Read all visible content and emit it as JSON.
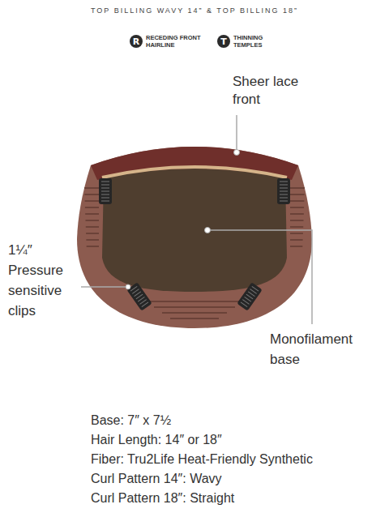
{
  "diagram": {
    "title": "TOP BILLING WAVY 14” & TOP BILLING 18”",
    "nodes": [
      {
        "text": [
          "R",
          "RECEDING FRONT HAIRLINE"
        ]
      },
      {
        "text": [
          "T",
          "THINNING TEMPLES"
        ]
      }
    ],
    "labels": [
      "Sheer lace front",
      "1¼″ Pressure sensitive clips",
      "Monofilament base",
      "Base: 7″ x 7½",
      "Hair Length: 14″ or 18″",
      "Fiber: Tru2Life Heat-Friendly Synthetic",
      "Curl Pattern 14″: Wavy",
      "Curl Pattern 18″: Straight"
    ]
  }
}
